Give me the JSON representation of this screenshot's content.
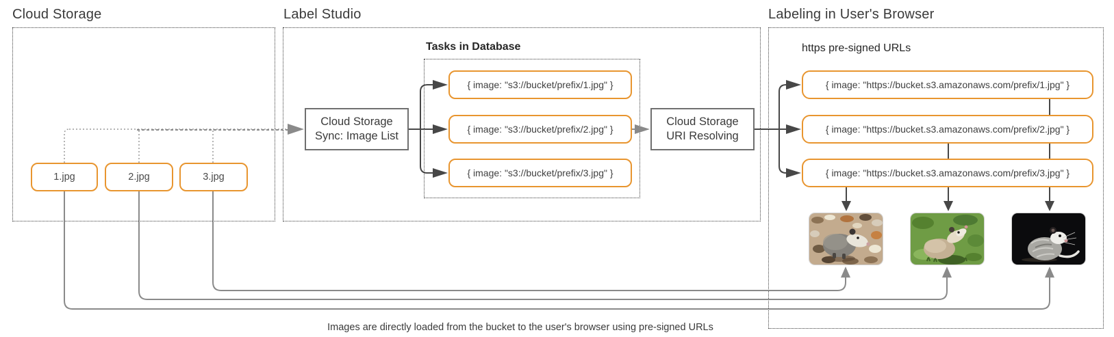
{
  "sections": {
    "cloud_storage": {
      "title": "Cloud Storage",
      "files": [
        {
          "label": "1.jpg"
        },
        {
          "label": "2.jpg"
        },
        {
          "label": "3.jpg"
        }
      ]
    },
    "label_studio": {
      "title": "Label Studio",
      "sync_box": {
        "line1": "Cloud Storage",
        "line2": "Sync: Image List"
      },
      "tasks_header": "Tasks in Database",
      "tasks": [
        "{ image: \"s3://bucket/prefix/1.jpg\" }",
        "{ image: \"s3://bucket/prefix/2.jpg\" }",
        "{ image: \"s3://bucket/prefix/3.jpg\" }"
      ],
      "resolve_box": {
        "line1": "Cloud Storage",
        "line2": "URI Resolving"
      }
    },
    "browser": {
      "title": "Labeling in User's Browser",
      "urls_header": "https pre-signed URLs",
      "urls": [
        "{ image: \"https://bucket.s3.amazonaws.com/prefix/1.jpg\" }",
        "{ image: \"https://bucket.s3.amazonaws.com/prefix/2.jpg\" }",
        "{ image: \"https://bucket.s3.amazonaws.com/prefix/3.jpg\" }"
      ],
      "photos": [
        {
          "name": "opossum-on-autumn-leaves"
        },
        {
          "name": "opossum-in-green-grass"
        },
        {
          "name": "opossum-on-black-background"
        }
      ]
    }
  },
  "caption": "Images are directly loaded from the bucket to the user's browser using pre-signed URLs",
  "colors": {
    "accent_orange": "#e8952f",
    "solid_box_border": "#6f6f6f",
    "arrow_dark": "#474747",
    "arrow_gray": "#8a8a8a",
    "dotted_border": "#3c3c3c",
    "text_dark": "#3a3a3a"
  }
}
